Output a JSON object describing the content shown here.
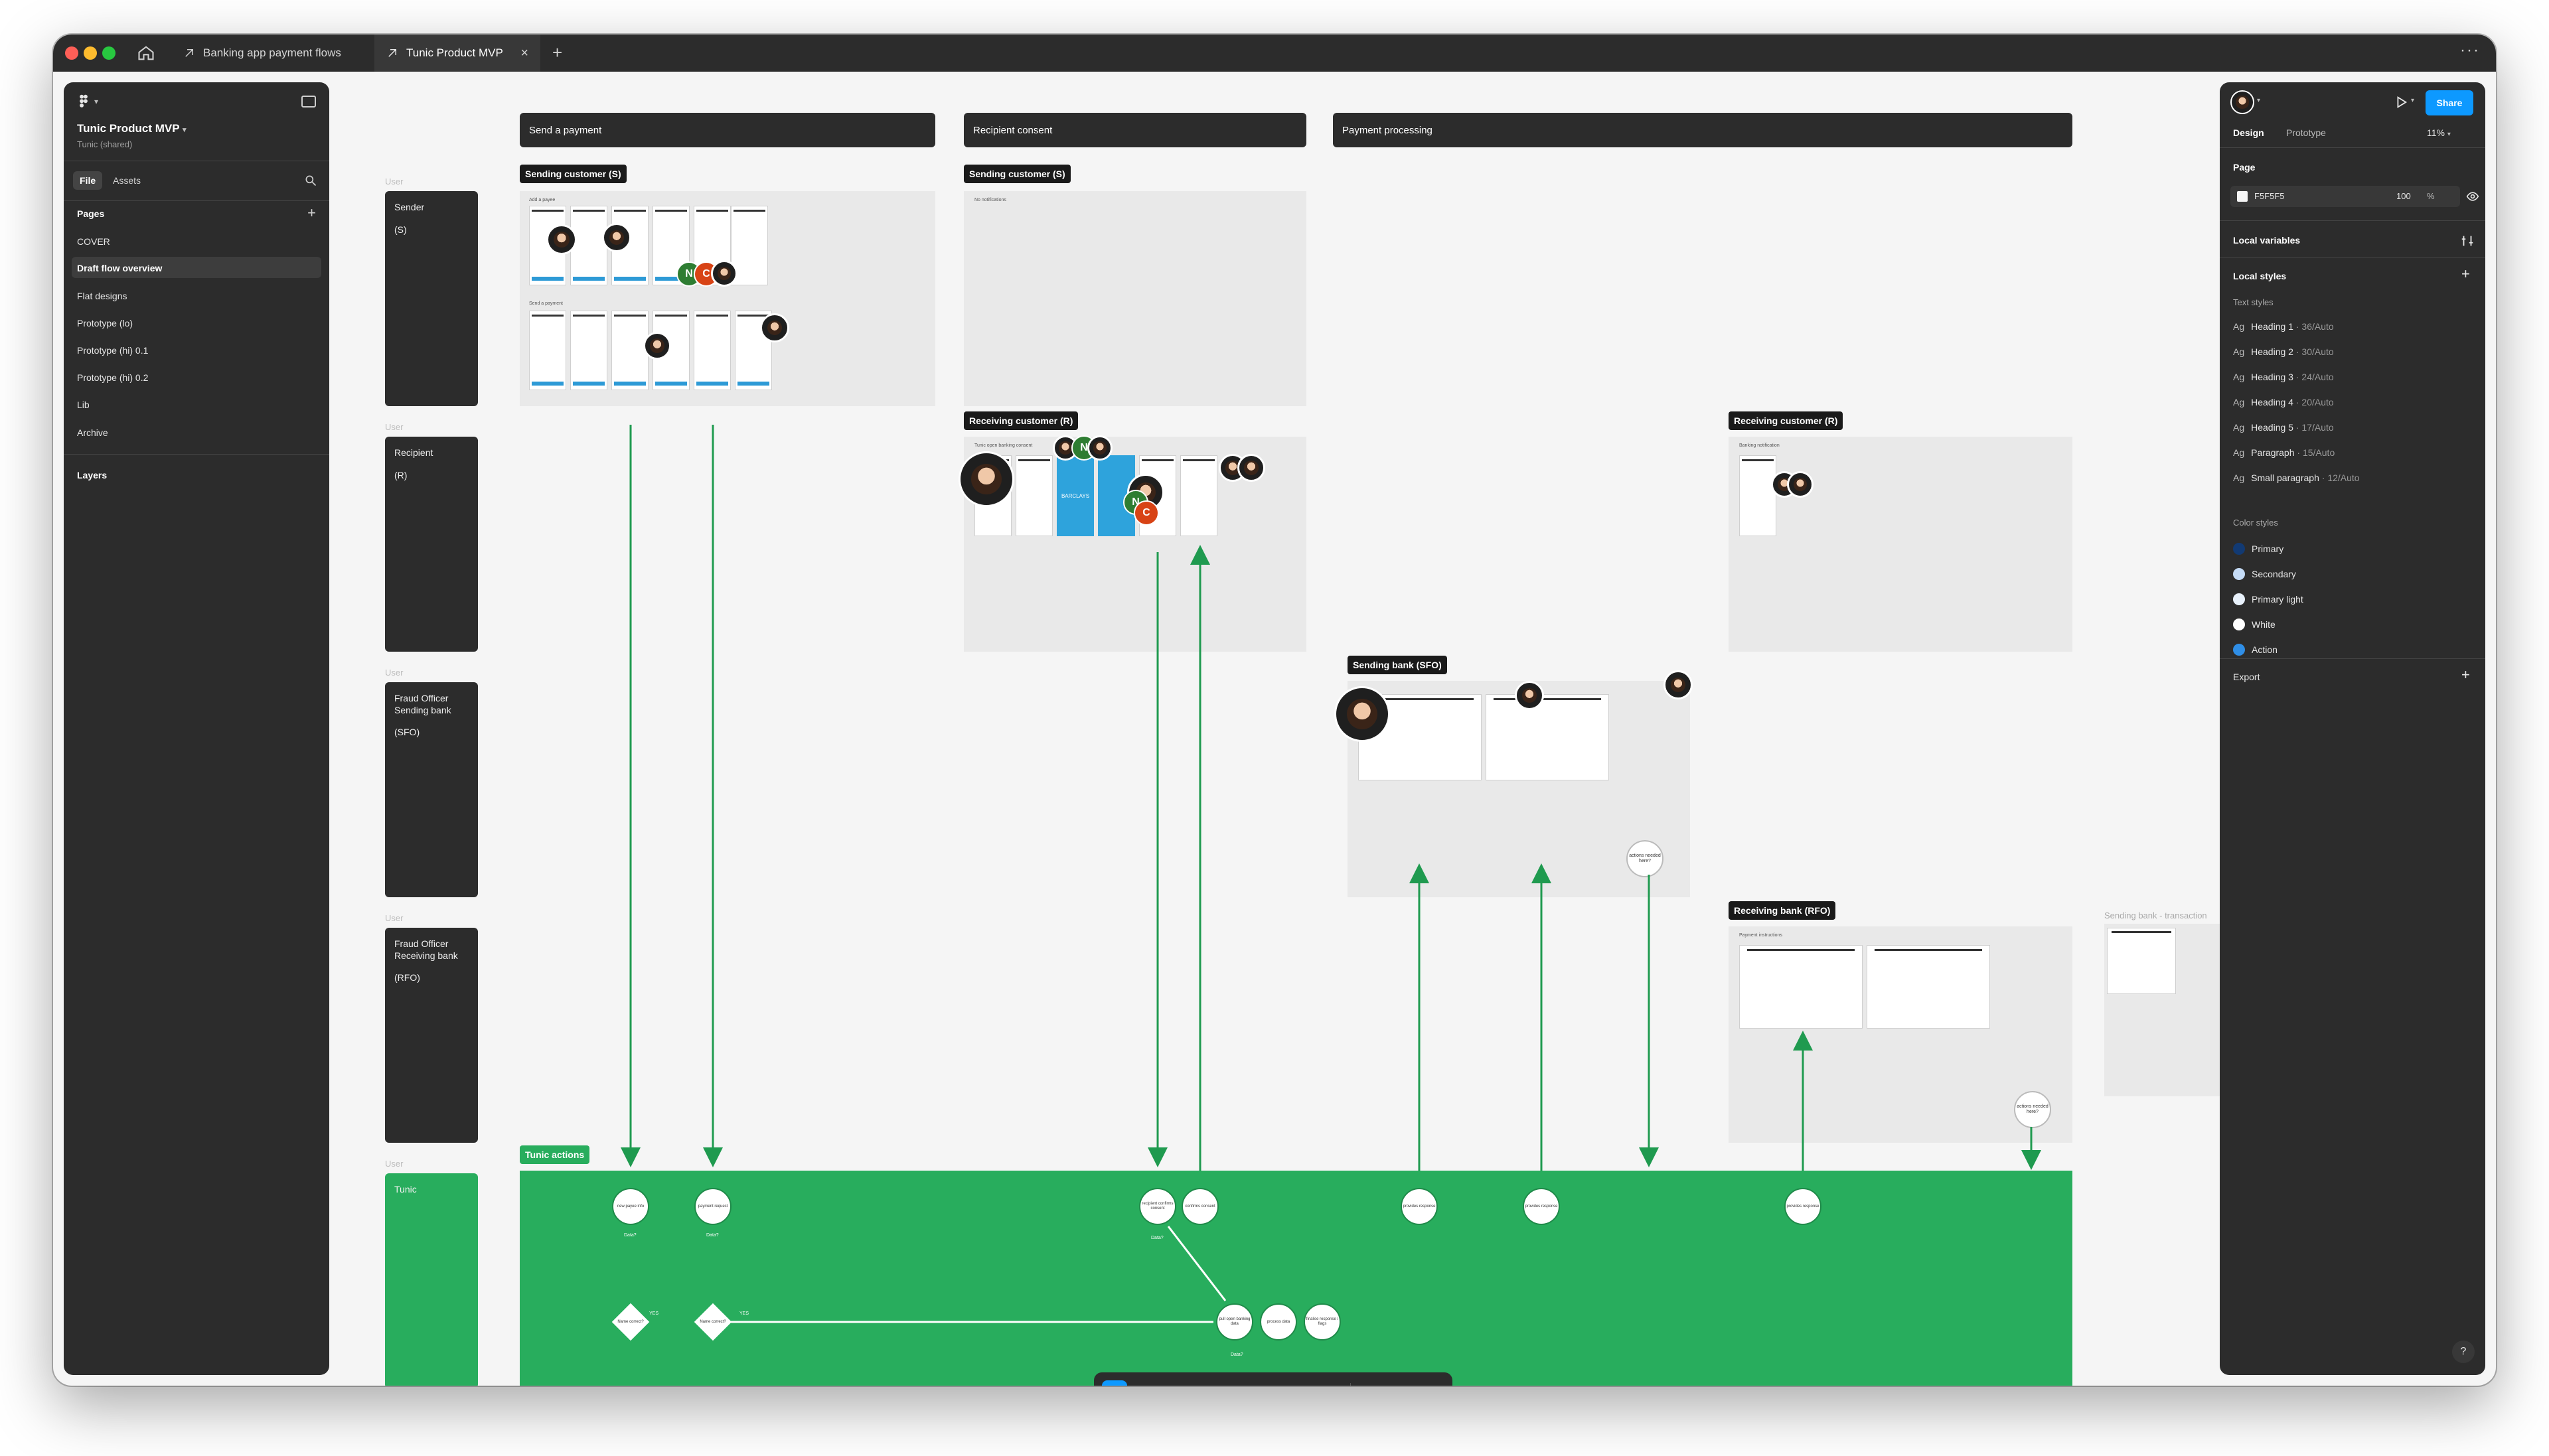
{
  "tabs": [
    {
      "label": "Banking app payment flows"
    },
    {
      "label": "Tunic Product MVP"
    }
  ],
  "left_panel": {
    "file_name": "Tunic Product MVP",
    "team": "Tunic (shared)",
    "tab_file": "File",
    "tab_assets": "Assets",
    "pages_heading": "Pages",
    "pages": [
      "COVER",
      "Draft flow overview",
      "Flat designs",
      "Prototype (lo)",
      "Prototype (hi) 0.1",
      "Prototype (hi) 0.2",
      "Lib",
      "Archive"
    ],
    "layers_heading": "Layers"
  },
  "lanes": [
    {
      "user": "User",
      "name": "Sender",
      "code": "(S)"
    },
    {
      "user": "User",
      "name": "Recipient",
      "code": "(R)"
    },
    {
      "user": "User",
      "name": "Fraud Officer Sending bank",
      "code": "(SFO)"
    },
    {
      "user": "User",
      "name": "Fraud Officer Receiving bank",
      "code": "(RFO)"
    },
    {
      "user": "User",
      "name": "Tunic",
      "code": ""
    }
  ],
  "sections": [
    "Send a payment",
    "Recipient consent",
    "Payment processing"
  ],
  "frames": {
    "sending_customer_1": "Sending customer (S)",
    "sending_customer_2": "Sending customer (S)",
    "receiving_customer_1": "Receiving customer (R)",
    "receiving_customer_2": "Receiving customer (R)",
    "sending_bank": "Sending bank (SFO)",
    "receiving_bank": "Receiving bank (RFO)",
    "tunic_actions": "Tunic actions",
    "offcanvas": "Sending bank - transaction"
  },
  "frame_notes": {
    "add_payee": "Add a payee",
    "send_payment": "Send a payment",
    "no_notifications": "No notifications",
    "tunic_consent": "Tunic open banking consent",
    "banking_notification": "Banking notification",
    "payment_instructions_r": "Payment instructions",
    "payment_instructions_s": "Payment instructions",
    "brand": "BARCLAYS"
  },
  "tunic_nodes": [
    "new payee info",
    "payment request",
    "recipient confirms consent",
    "confirms consent",
    "provides response",
    "provides response",
    "provides response",
    "pull open banking data",
    "process data",
    "finalise response / flags"
  ],
  "data_labels": [
    "Data?",
    "Data?",
    "Data?",
    "Data?"
  ],
  "decisions": [
    "Name correct?",
    "Name correct?"
  ],
  "decision_yes": [
    "YES",
    "YES"
  ],
  "actions_needed": [
    "actions needed here?",
    "actions needed here?"
  ],
  "avatars_initials": {
    "n": "N",
    "c": "C"
  },
  "right_panel": {
    "tab_design": "Design",
    "tab_prototype": "Prototype",
    "zoom": "11%",
    "share": "Share",
    "page_heading": "Page",
    "page_color": "F5F5F5",
    "page_opacity": "100",
    "percent": "%",
    "local_variables": "Local variables",
    "local_styles": "Local styles",
    "text_styles_heading": "Text styles",
    "text_styles": [
      {
        "name": "Heading 1",
        "spec": "36/Auto"
      },
      {
        "name": "Heading 2",
        "spec": "30/Auto"
      },
      {
        "name": "Heading 3",
        "spec": "24/Auto"
      },
      {
        "name": "Heading 4",
        "spec": "20/Auto"
      },
      {
        "name": "Heading 5",
        "spec": "17/Auto"
      },
      {
        "name": "Paragraph",
        "spec": "15/Auto"
      },
      {
        "name": "Small paragraph",
        "spec": "12/Auto"
      }
    ],
    "color_styles_heading": "Color styles",
    "color_styles": [
      {
        "name": "Primary",
        "color": "#123a73"
      },
      {
        "name": "Secondary",
        "color": "#c5dcf7"
      },
      {
        "name": "Primary light",
        "color": "#e8f1fb"
      },
      {
        "name": "White",
        "color": "#ffffff"
      },
      {
        "name": "Action",
        "color": "#2f8ee6"
      }
    ],
    "export": "Export",
    "help": "?"
  },
  "colors": {
    "accent": "#0d99ff",
    "flow_green": "#28ad5d",
    "arrow_green": "#1f9a4f",
    "panel": "#2c2c2c",
    "canvas": "#f5f5f5"
  }
}
